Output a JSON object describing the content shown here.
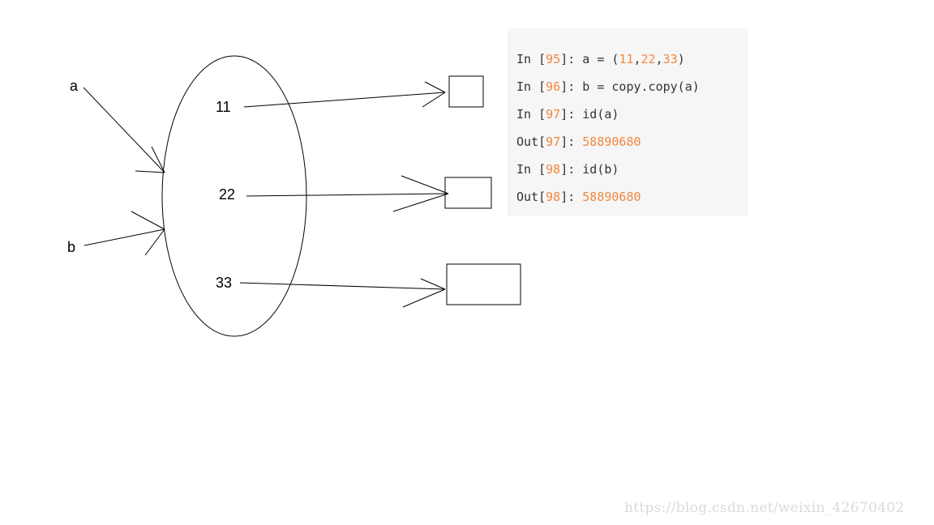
{
  "diagram": {
    "variables": [
      "a",
      "b"
    ],
    "elements": [
      "11",
      "22",
      "33"
    ]
  },
  "code": {
    "lines": [
      {
        "parts": [
          {
            "t": "In [",
            "n": false
          },
          {
            "t": "95",
            "n": true
          },
          {
            "t": "]: a = (",
            "n": false
          },
          {
            "t": "11",
            "n": true
          },
          {
            "t": ",",
            "n": false
          },
          {
            "t": "22",
            "n": true
          },
          {
            "t": ",",
            "n": false
          },
          {
            "t": "33",
            "n": true
          },
          {
            "t": ")",
            "n": false
          }
        ]
      },
      {
        "parts": [
          {
            "t": "In [",
            "n": false
          },
          {
            "t": "96",
            "n": true
          },
          {
            "t": "]: b = copy.copy(a)",
            "n": false
          }
        ]
      },
      {
        "parts": [
          {
            "t": "In [",
            "n": false
          },
          {
            "t": "97",
            "n": true
          },
          {
            "t": "]: id(a)",
            "n": false
          }
        ]
      },
      {
        "parts": [
          {
            "t": "Out[",
            "n": false
          },
          {
            "t": "97",
            "n": true
          },
          {
            "t": "]: ",
            "n": false
          },
          {
            "t": "58890680",
            "n": true
          }
        ]
      },
      {
        "parts": [
          {
            "t": "In [",
            "n": false
          },
          {
            "t": "98",
            "n": true
          },
          {
            "t": "]: id(b)",
            "n": false
          }
        ]
      },
      {
        "parts": [
          {
            "t": "Out[",
            "n": false
          },
          {
            "t": "98",
            "n": true
          },
          {
            "t": "]: ",
            "n": false
          },
          {
            "t": "58890680",
            "n": true
          }
        ]
      }
    ]
  },
  "colors": {
    "number": "#f0873f",
    "code_text": "#333333",
    "panel_bg": "#f6f6f6",
    "watermark": "#dadada"
  },
  "watermark": {
    "text": "https://blog.csdn.net/weixin_42670402"
  }
}
